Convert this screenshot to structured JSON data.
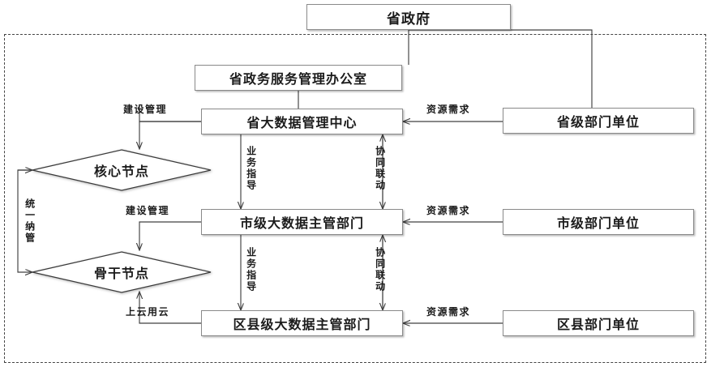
{
  "diagram": {
    "title_box": {
      "label": "省政府"
    },
    "center_column": [
      {
        "id": "prov-service-office",
        "label": "省政务服务管理办公室"
      },
      {
        "id": "prov-bigdata-center",
        "label": "省大数据管理中心"
      },
      {
        "id": "city-bigdata-dept",
        "label": "市级大数据主管部门"
      },
      {
        "id": "county-bigdata-dept",
        "label": "区县级大数据主管部门"
      }
    ],
    "right_column": [
      {
        "id": "prov-dept-units",
        "label": "省级部门单位"
      },
      {
        "id": "city-dept-units",
        "label": "市级部门单位"
      },
      {
        "id": "county-dept-units",
        "label": "区县部门单位"
      }
    ],
    "nodes": [
      {
        "id": "core-node",
        "label": "核心节点"
      },
      {
        "id": "backbone-node",
        "label": "骨干节点"
      }
    ],
    "edge_labels": {
      "build_manage_top": "建设管理",
      "build_manage_mid": "建设管理",
      "cloud_use": "上云用云",
      "resource_demand_top": "资源需求",
      "resource_demand_mid": "资源需求",
      "resource_demand_bottom": "资源需求",
      "business_guidance_top": "业务指导",
      "business_guidance_mid": "业务指导",
      "collab_linkage_top": "协同联动",
      "collab_linkage_mid": "协同联动",
      "unified_management": "统一纳管"
    },
    "colors": {
      "box_border": "#8a8a8a",
      "box_text": "#1b1b1b",
      "line": "#404040",
      "dashed_border": "#444444",
      "background": "#ffffff"
    }
  }
}
